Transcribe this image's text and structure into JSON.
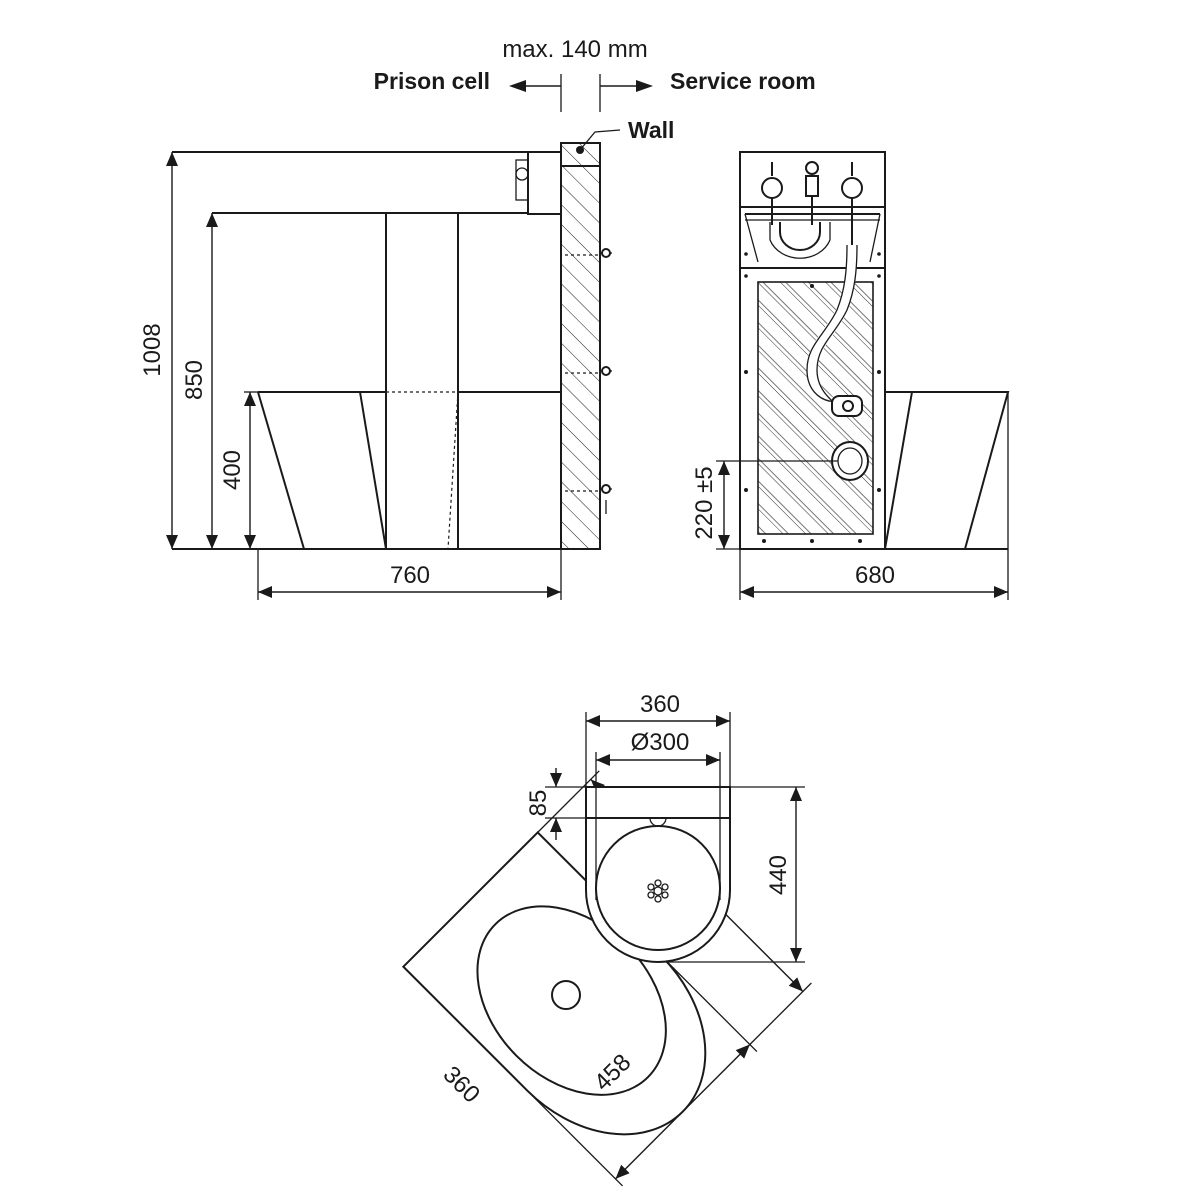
{
  "header": {
    "gap_label": "max. 140 mm",
    "left_room": "Prison cell",
    "right_room": "Service room",
    "wall_label": "Wall"
  },
  "side_view": {
    "height_total": "1008",
    "height_basin": "850",
    "height_bowl": "400",
    "depth": "760"
  },
  "rear_view": {
    "outlet_height": "220 ±5",
    "width": "680"
  },
  "top_view": {
    "basin_width": "360",
    "basin_diameter": "Ø300",
    "rim_depth": "85",
    "basin_depth": "440",
    "bowl_width": "360",
    "bowl_length": "458"
  },
  "colors": {
    "line": "#1a1a1a",
    "background": "#ffffff"
  }
}
